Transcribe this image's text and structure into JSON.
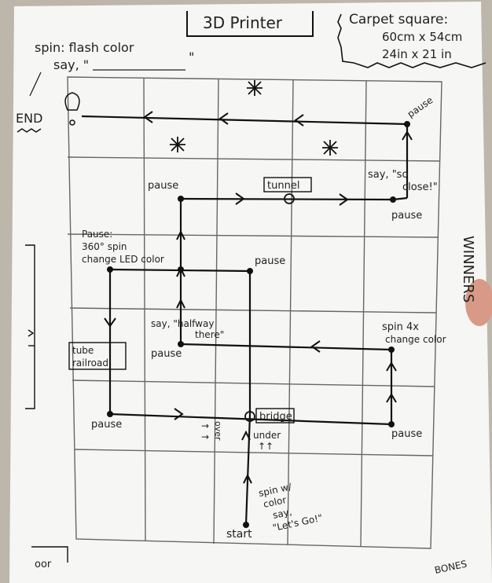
{
  "title": "3D Printer",
  "carpet": {
    "line1": "Carpet square:",
    "line2": "60cm x 54cm",
    "line3": "24in x 21 in"
  },
  "top_note": {
    "line1": "spin: flash color",
    "line2": "say, \"",
    "line2_end": "\""
  },
  "end_label": "END",
  "labels": {
    "pause_top_right": "pause",
    "pause_left_top": "pause",
    "tunnel": "tunnel",
    "say_so_close_1": "say, \"so",
    "say_so_close_2": "close!\"",
    "pause_right_mid": "pause",
    "pause_spin_1": "Pause:",
    "pause_spin_2": "360° spin",
    "pause_spin_3": "change LED color",
    "pause_center": "pause",
    "say_halfway_1": "say, \"halfway",
    "say_halfway_2": "there\"",
    "tube_1": "tube",
    "tube_2": "railroad",
    "pause_tube": "pause",
    "spin4x_1": "spin 4x",
    "spin4x_2": "change color",
    "bridge": "bridge",
    "over": "over",
    "under": "under",
    "pause_bottom_left": "pause",
    "pause_bottom_right": "pause",
    "spin_w_1": "spin w/",
    "spin_w_2": "color",
    "spin_w_3": "say,",
    "spin_w_4": "\"Let's Go!\"",
    "start": "start"
  },
  "side_text": "WINNERS",
  "bottom_left": "oor",
  "bottom_right": "BONES"
}
